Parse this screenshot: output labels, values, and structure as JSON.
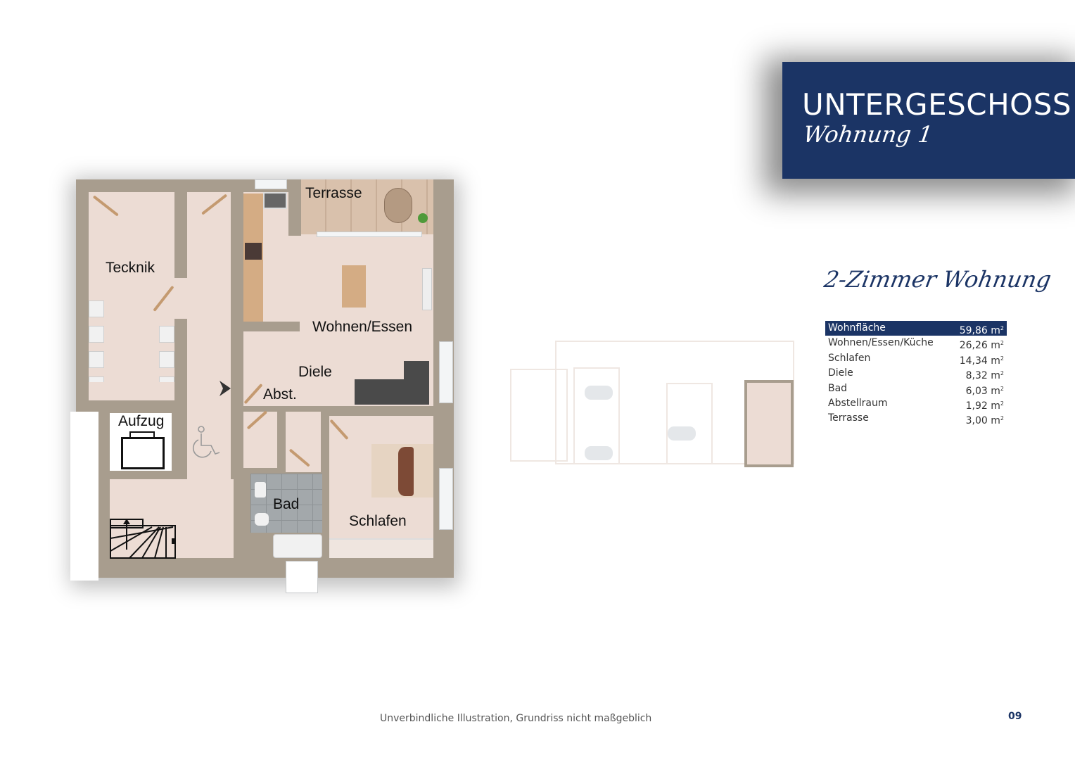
{
  "header": {
    "title": "UNTERGESCHOSS",
    "subtitle": "Wohnung 1",
    "background_color": "#1b3465"
  },
  "apartment": {
    "type": "2-Zimmer Wohnung",
    "areas": [
      {
        "label": "Wohnfläche",
        "value": "59,86 m",
        "unit_sup": "2",
        "highlight": true
      },
      {
        "label": "Wohnen/Essen/Küche",
        "value": "26,26 m",
        "unit_sup": "2"
      },
      {
        "label": "Schlafen",
        "value": "14,34 m",
        "unit_sup": "2"
      },
      {
        "label": "Diele",
        "value": "8,32 m",
        "unit_sup": "2"
      },
      {
        "label": "Bad",
        "value": "6,03 m",
        "unit_sup": "2"
      },
      {
        "label": "Abstellraum",
        "value": "1,92 m",
        "unit_sup": "2"
      },
      {
        "label": "Terrasse",
        "value": "3,00 m",
        "unit_sup": "2"
      }
    ]
  },
  "floor_plan": {
    "rooms": {
      "technik": "Tecknik",
      "terrasse": "Terrasse",
      "wohnen_essen": "Wohnen/Essen",
      "diele": "Diele",
      "abst": "Abst.",
      "aufzug": "Aufzug",
      "bad": "Bad",
      "schlafen": "Schlafen"
    },
    "icons": [
      "wheelchair-icon",
      "stairs-up-icon",
      "entrance-arrow-icon",
      "elevator-icon"
    ]
  },
  "footer": {
    "note": "Unverbindliche Illustration, Grundriss nicht maßgeblich",
    "page_number": "09"
  }
}
